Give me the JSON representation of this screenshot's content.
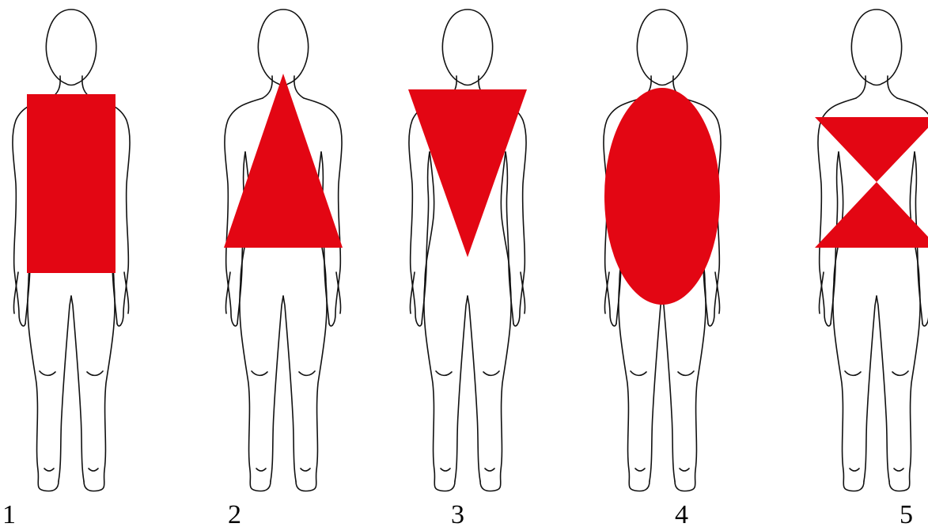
{
  "shape_color": "#E30613",
  "outline_color": "#111111",
  "figures": [
    {
      "label": "1",
      "shape": "rectangle",
      "icon": "rectangle-shape-icon"
    },
    {
      "label": "2",
      "shape": "triangle",
      "icon": "triangle-shape-icon"
    },
    {
      "label": "3",
      "shape": "inverted-triangle",
      "icon": "inverted-triangle-shape-icon"
    },
    {
      "label": "4",
      "shape": "oval",
      "icon": "oval-shape-icon"
    },
    {
      "label": "5",
      "shape": "hourglass",
      "icon": "hourglass-shape-icon"
    }
  ]
}
